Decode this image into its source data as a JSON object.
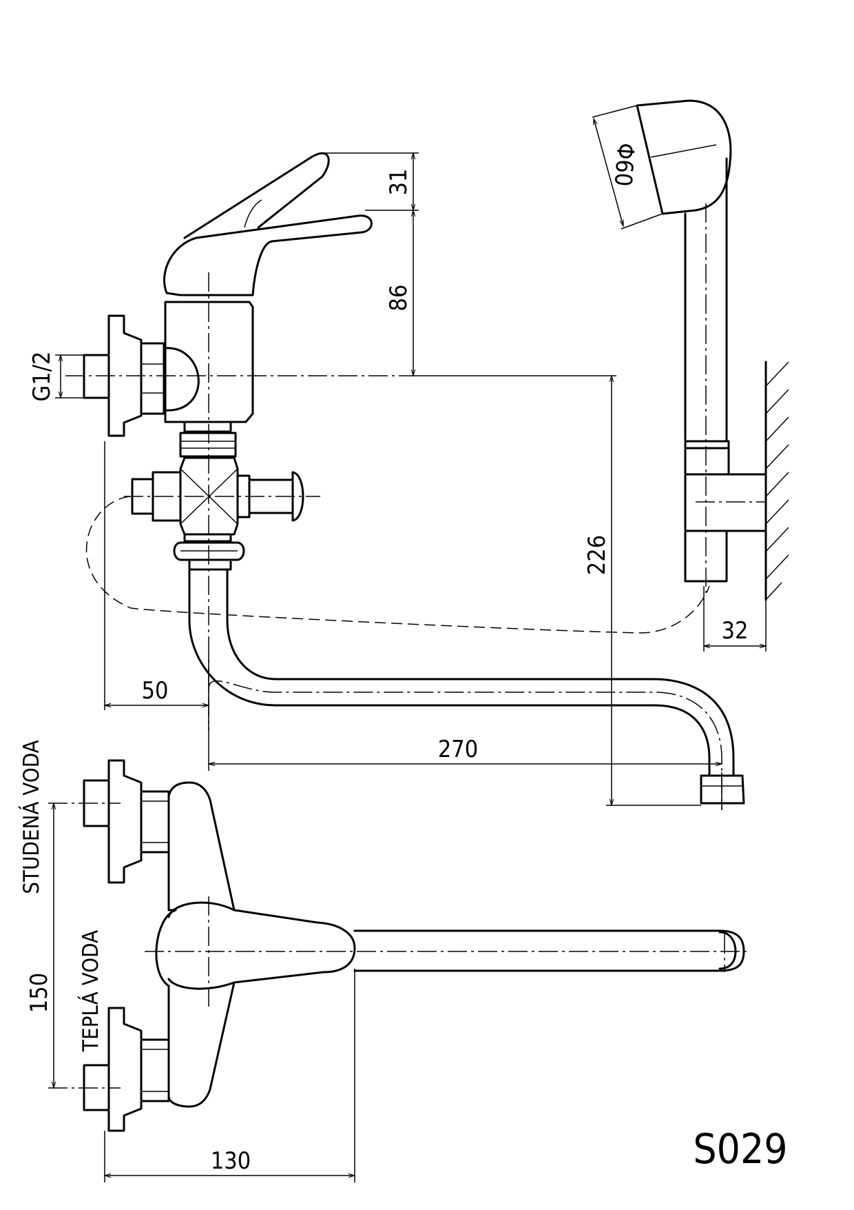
{
  "dimensions": {
    "lever_rise": "31",
    "body_height": "86",
    "connection_thread": "G1/2",
    "outlet_drop": "226",
    "wall_offset": "50",
    "spout_reach": "270",
    "shower_diameter": "Φ60",
    "holder_offset": "32",
    "inlet_spacing": "150",
    "body_depth": "130"
  },
  "labels": {
    "cold_water": "STUDENÁ VODA",
    "hot_water": "TEPLÁ VODA"
  },
  "product_code": "S029"
}
